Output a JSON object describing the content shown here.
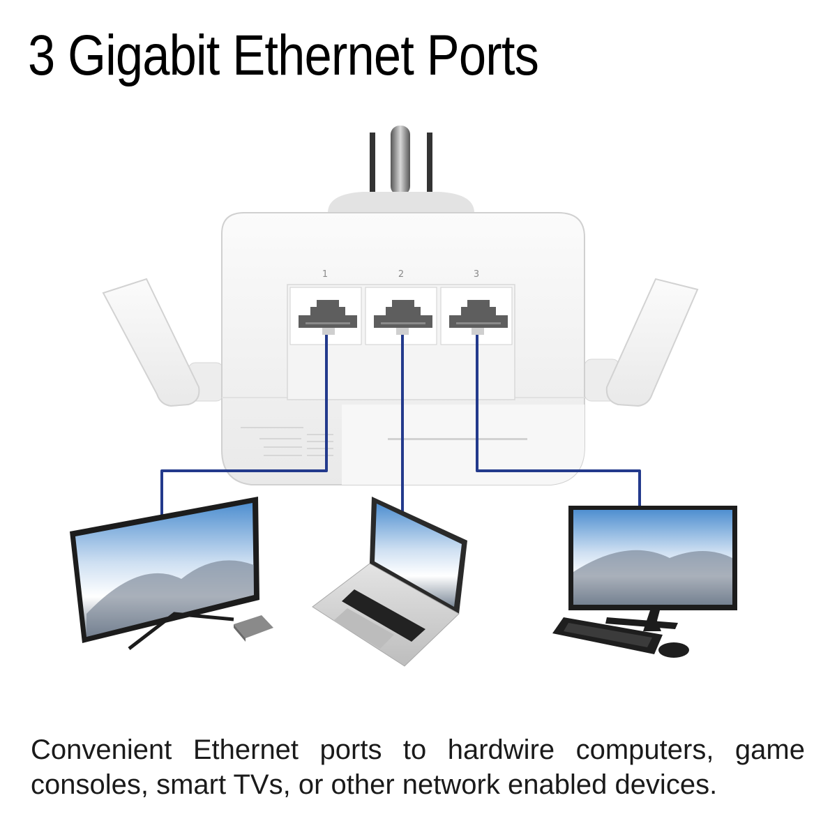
{
  "headline": "3 Gigabit Ethernet Ports",
  "description": "Convenient Ethernet ports to hardwire computers, game consoles, smart TVs, or other network enabled devices.",
  "ports": [
    {
      "label": "1",
      "connects_to": "smart-tv"
    },
    {
      "label": "2",
      "connects_to": "laptop"
    },
    {
      "label": "3",
      "connects_to": "desktop-monitor"
    }
  ],
  "colors": {
    "background": "#ffffff",
    "text": "#000000",
    "cable": "#233a8c",
    "device_body": "#f3f3f3",
    "port_jack": "#5e5e5e"
  },
  "icons": [
    "wall-plug-icon",
    "antenna-icon",
    "ethernet-port-icon",
    "smart-tv-icon",
    "streaming-box-icon",
    "laptop-icon",
    "desktop-monitor-icon",
    "keyboard-icon",
    "mouse-icon"
  ]
}
